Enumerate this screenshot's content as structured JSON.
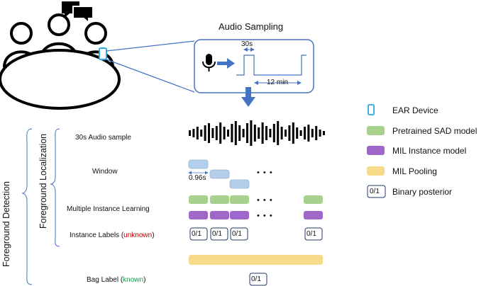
{
  "title": "Audio Sampling",
  "sampling": {
    "duration_label": "30s",
    "interval_label": "12 min"
  },
  "left_axis": {
    "outer": "Foreground Detection",
    "inner": "Foreground Localization"
  },
  "rows": {
    "audio_sample": "30s Audio sample",
    "window": "Window",
    "window_size": "0.96s",
    "mil": "Multiple Instance Learning",
    "instance_prefix": "Instance Labels (",
    "instance_status": "unknown",
    "instance_suffix": ")",
    "bag_prefix": "Bag Label (",
    "bag_status": "known",
    "bag_suffix": ")"
  },
  "ellipsis": "• • •",
  "binary_label": "0/1",
  "legend": [
    {
      "label": "EAR Device",
      "kind": "device",
      "color": "#29a9e0"
    },
    {
      "label": "Pretrained SAD model",
      "kind": "box",
      "color": "#a9d18e"
    },
    {
      "label": "MIL Instance model",
      "kind": "box",
      "color": "#9e67c9"
    },
    {
      "label": "MIL Pooling",
      "kind": "box",
      "color": "#f6dc8a"
    },
    {
      "label": "Binary posterior",
      "kind": "binary",
      "color": "#1f3864"
    }
  ],
  "colors": {
    "accent_blue": "#4472c4",
    "window_blue": "#b4cde8",
    "unknown_red": "#c00000",
    "known_green": "#1aa050"
  },
  "icons": [
    "people-around-table-icon",
    "speech-bubbles-icon",
    "ear-device-icon",
    "microphone-icon",
    "arrow-right-icon",
    "arrow-down-icon",
    "waveform-icon",
    "curly-brace-icon"
  ]
}
